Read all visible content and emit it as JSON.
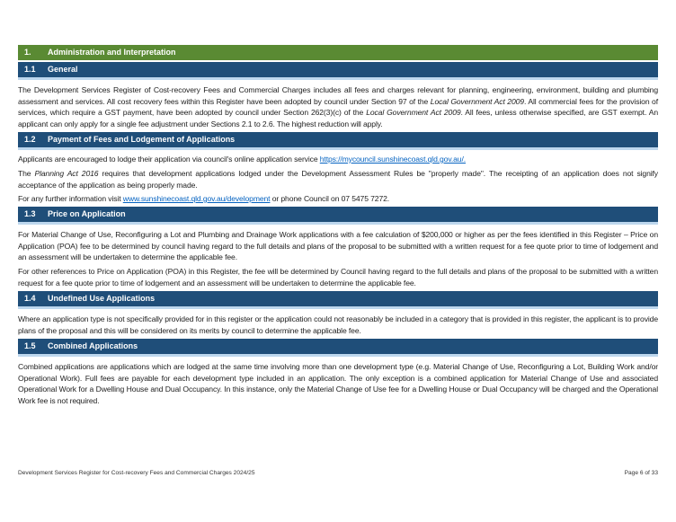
{
  "sections": {
    "s1": {
      "num": "1.",
      "title": "Administration and Interpretation"
    },
    "s1_1": {
      "num": "1.1",
      "title": "General",
      "p1a": "The Development Services Register of Cost-recovery Fees and Commercial Charges includes all fees and charges relevant for planning, engineering, environment, building and plumbing assessment and services. All cost recovery fees within this Register have been adopted by council under Section 97 of the ",
      "p1b": "Local Government Act 2009",
      "p1c": ". All commercial fees for the provision of services, which require a GST payment, have been adopted by council under Section 262(3)(c) of the ",
      "p1d": "Local Government Act 2009",
      "p1e": ". All fees, unless otherwise specified, are GST exempt. An applicant can only apply for a single fee adjustment under Sections 2.1 to 2.6. The highest reduction will apply."
    },
    "s1_2": {
      "num": "1.2",
      "title": "Payment of Fees and Lodgement of Applications",
      "p1a": "Applicants are encouraged to lodge their application via council's online application service ",
      "p1link": "https://mycouncil.sunshinecoast.qld.gov.au/.",
      "p2a": "The ",
      "p2b": "Planning Act 2016",
      "p2c": " requires that development applications lodged under the Development Assessment Rules be \"properly made\". The receipting of an application does not signify acceptance of the application as being properly made.",
      "p3a": "For any further information visit ",
      "p3link": "www.sunshinecoast.qld.gov.au/development",
      "p3b": " or phone Council on 07 5475 7272."
    },
    "s1_3": {
      "num": "1.3",
      "title": "Price on Application",
      "p1": "For Material Change of Use, Reconfiguring a Lot and Plumbing and Drainage Work applications with a fee calculation of $200,000 or higher as per the fees identified in this Register – Price on Application (POA) fee to be determined by council having regard to the full details and plans of the proposal to be submitted with a written request for a fee quote prior to time of lodgement and an assessment will be undertaken to determine the applicable fee.",
      "p2": "For other references to Price on Application (POA) in this Register, the fee will be determined by Council having regard to the full details and plans of the proposal to be submitted with a written request for a fee quote prior to time of lodgement and an assessment will be undertaken to determine the applicable fee."
    },
    "s1_4": {
      "num": "1.4",
      "title": "Undefined Use Applications",
      "p1": "Where an application type is not specifically provided for in this register or the application could not reasonably be included in a category that is provided in this register, the applicant is to provide plans of the proposal and this will be considered on its merits by council to determine the applicable fee."
    },
    "s1_5": {
      "num": "1.5",
      "title": "Combined Applications",
      "p1": "Combined applications are applications which are lodged at the same time involving more than one development type (e.g. Material Change of Use, Reconfiguring a Lot, Building Work and/or Operational Work). Full fees are payable for each development type included in an application.  The only exception is a combined application for Material Change of Use and associated Operational Work for a Dwelling House and Dual Occupancy. In this instance, only the Material Change of Use fee for a Dwelling House or Dual Occupancy will be charged and the Operational Work fee is not required."
    }
  },
  "footer": {
    "title": "Development Services Register for Cost-recovery Fees and Commercial Charges 2024/25",
    "page": "Page 6 of 33"
  }
}
